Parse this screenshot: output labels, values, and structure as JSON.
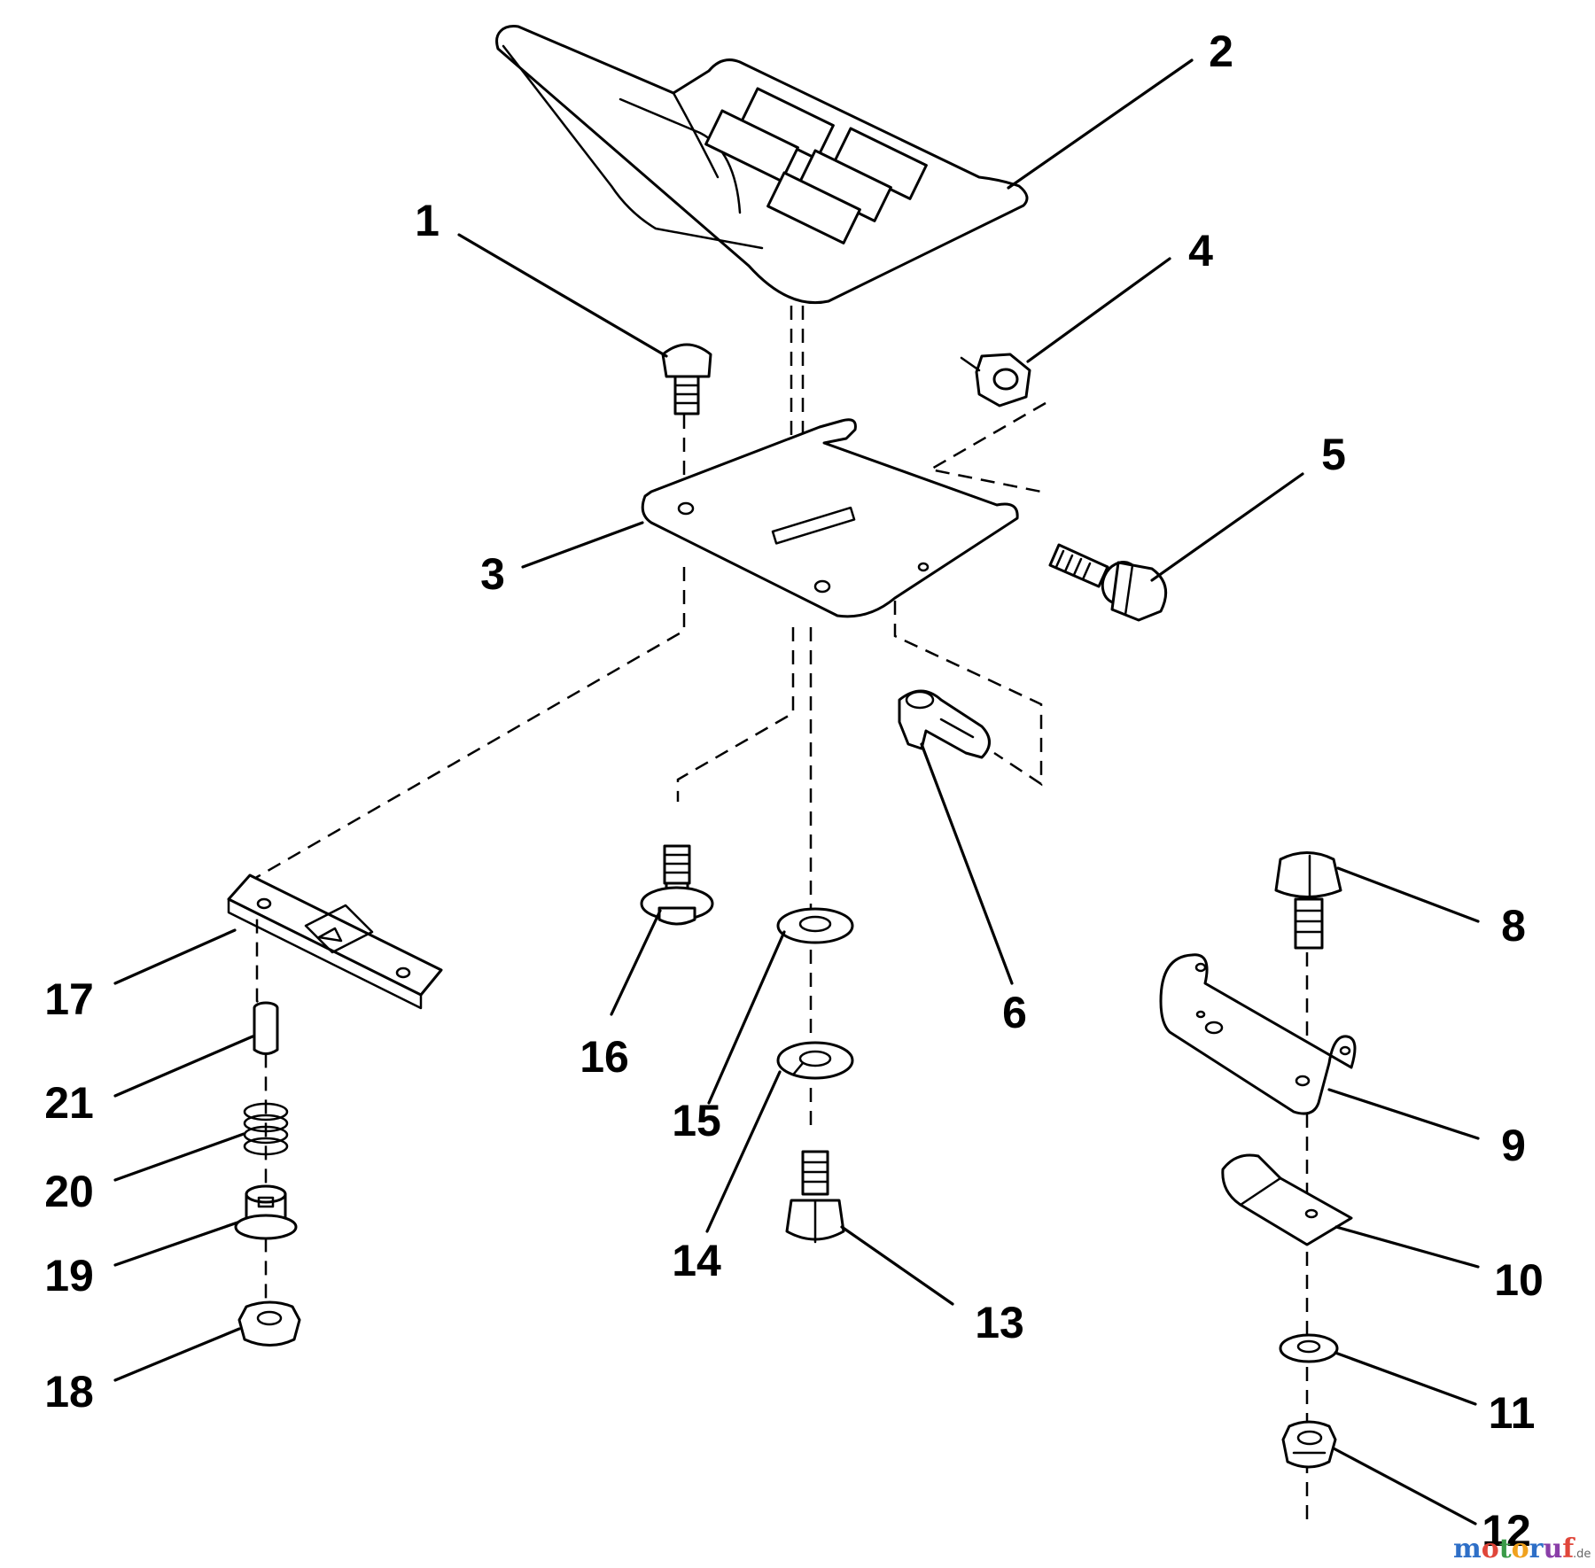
{
  "diagram": {
    "callouts": [
      {
        "id": "1",
        "label": "1"
      },
      {
        "id": "2",
        "label": "2"
      },
      {
        "id": "3",
        "label": "3"
      },
      {
        "id": "4",
        "label": "4"
      },
      {
        "id": "5",
        "label": "5"
      },
      {
        "id": "6",
        "label": "6"
      },
      {
        "id": "8",
        "label": "8"
      },
      {
        "id": "9",
        "label": "9"
      },
      {
        "id": "10",
        "label": "10"
      },
      {
        "id": "11",
        "label": "11"
      },
      {
        "id": "12",
        "label": "12"
      },
      {
        "id": "13",
        "label": "13"
      },
      {
        "id": "14",
        "label": "14"
      },
      {
        "id": "15",
        "label": "15"
      },
      {
        "id": "16",
        "label": "16"
      },
      {
        "id": "17",
        "label": "17"
      },
      {
        "id": "18",
        "label": "18"
      },
      {
        "id": "19",
        "label": "19"
      },
      {
        "id": "20",
        "label": "20"
      },
      {
        "id": "21",
        "label": "21"
      }
    ]
  },
  "watermark": {
    "letters": [
      "m",
      "o",
      "t",
      "o",
      "r",
      "u",
      "f"
    ],
    "letter_colors": [
      "#2e6fc7",
      "#e0463a",
      "#3a9b48",
      "#f0a21e",
      "#2e6fc7",
      "#8a3fa8",
      "#e0463a"
    ],
    "suffix": ".de"
  }
}
